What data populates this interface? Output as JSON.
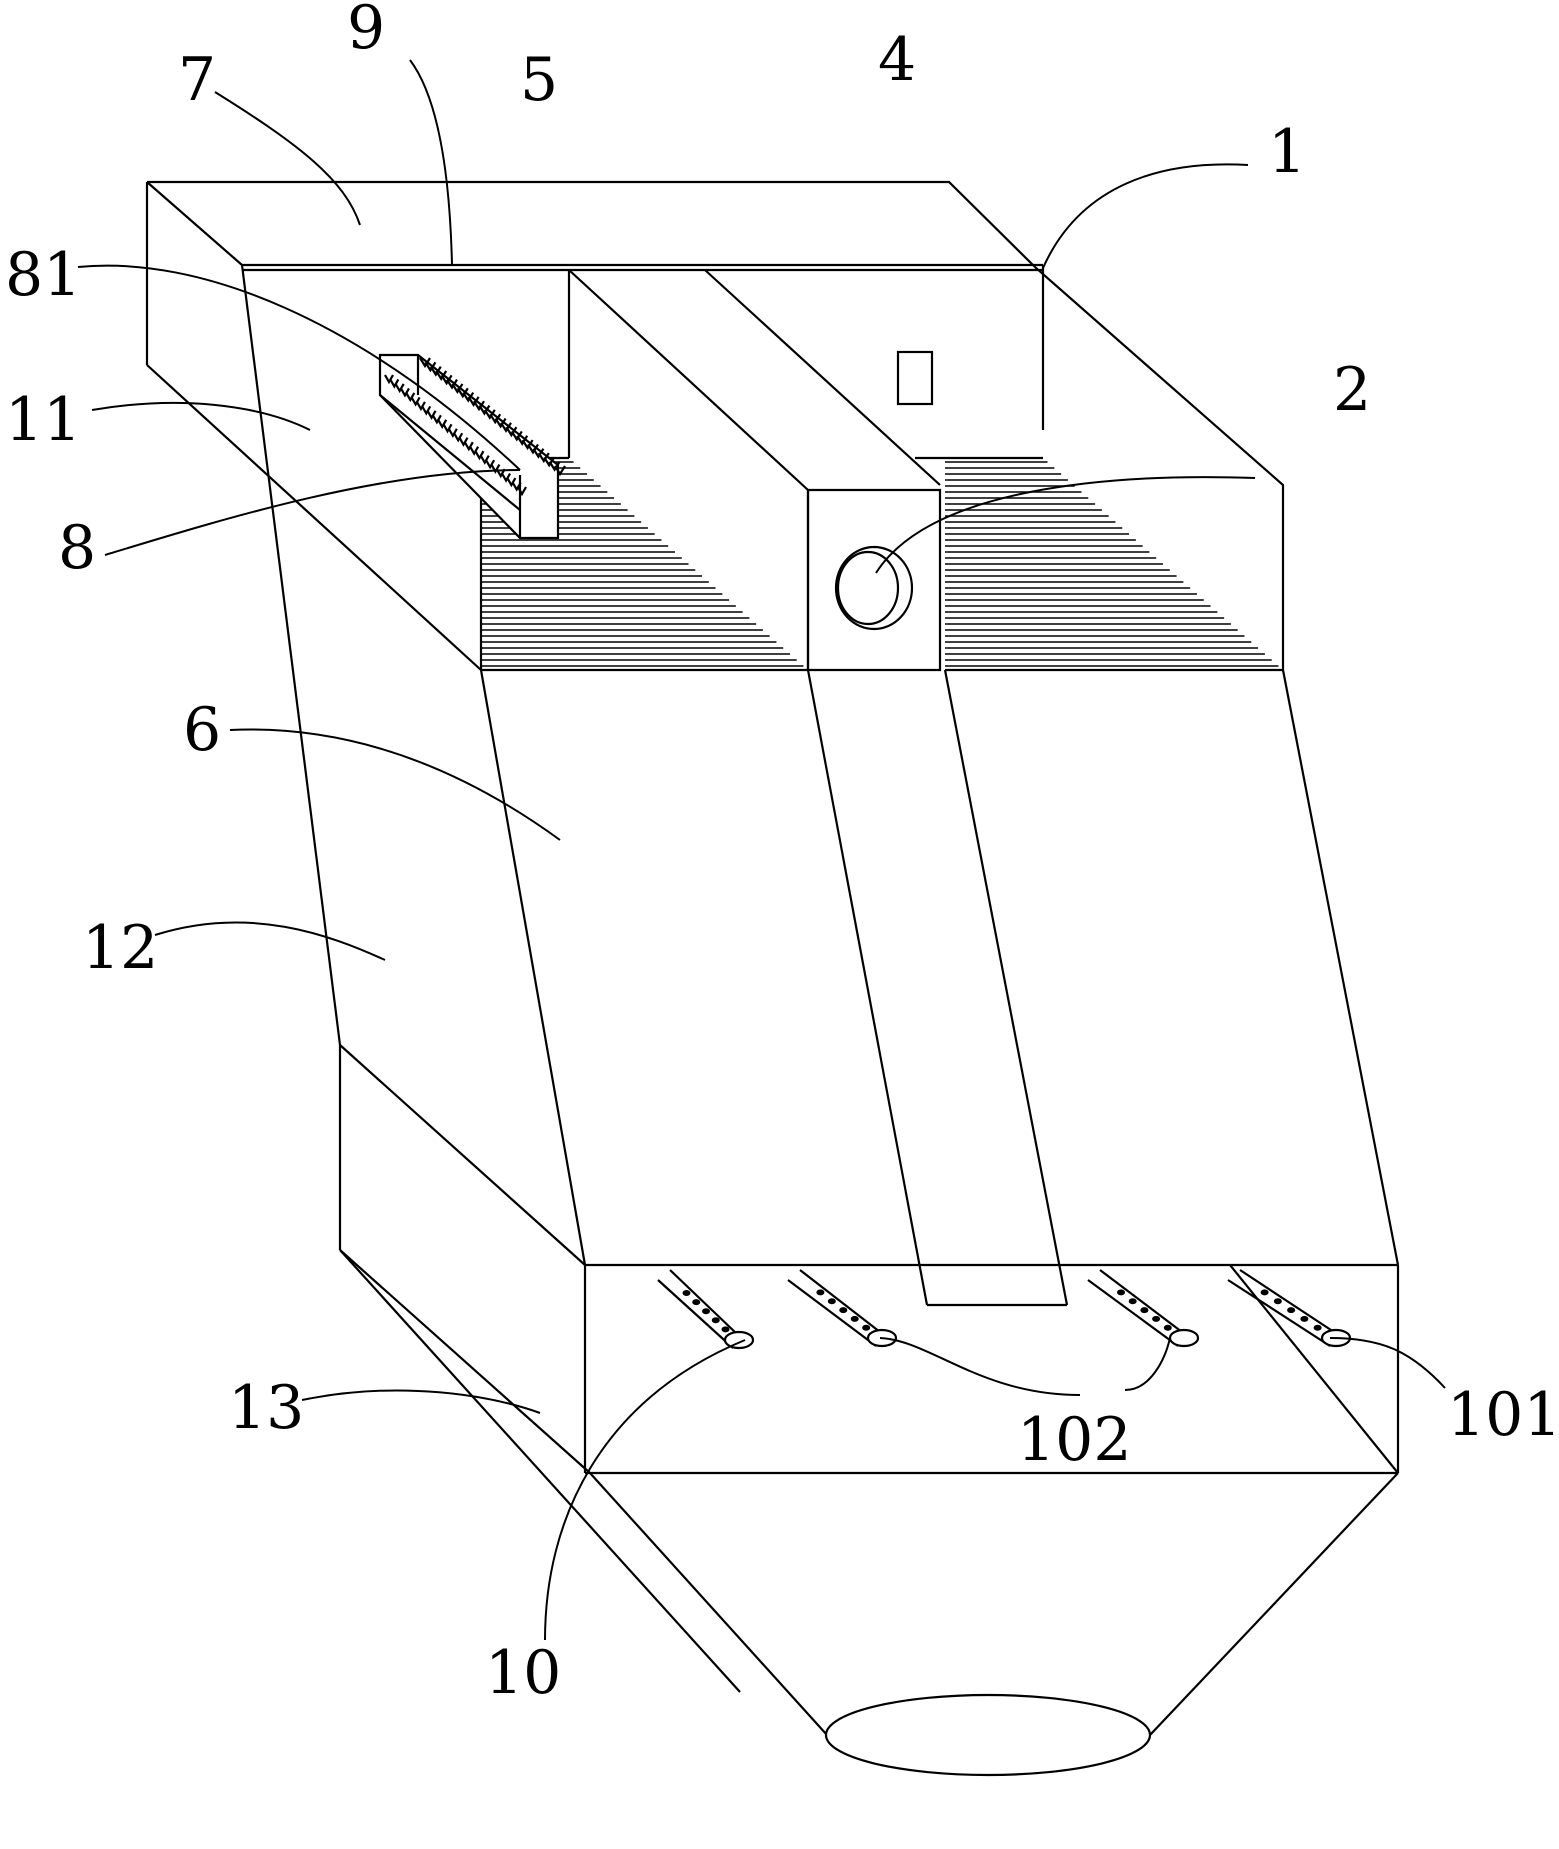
{
  "labels": {
    "l1": "1",
    "l2": "2",
    "l4": "4",
    "l5": "5",
    "l6": "6",
    "l7": "7",
    "l8": "8",
    "l81": "81",
    "l9": "9",
    "l10": "10",
    "l101": "101",
    "l102": "102",
    "l11": "11",
    "l12": "12",
    "l13": "13"
  }
}
